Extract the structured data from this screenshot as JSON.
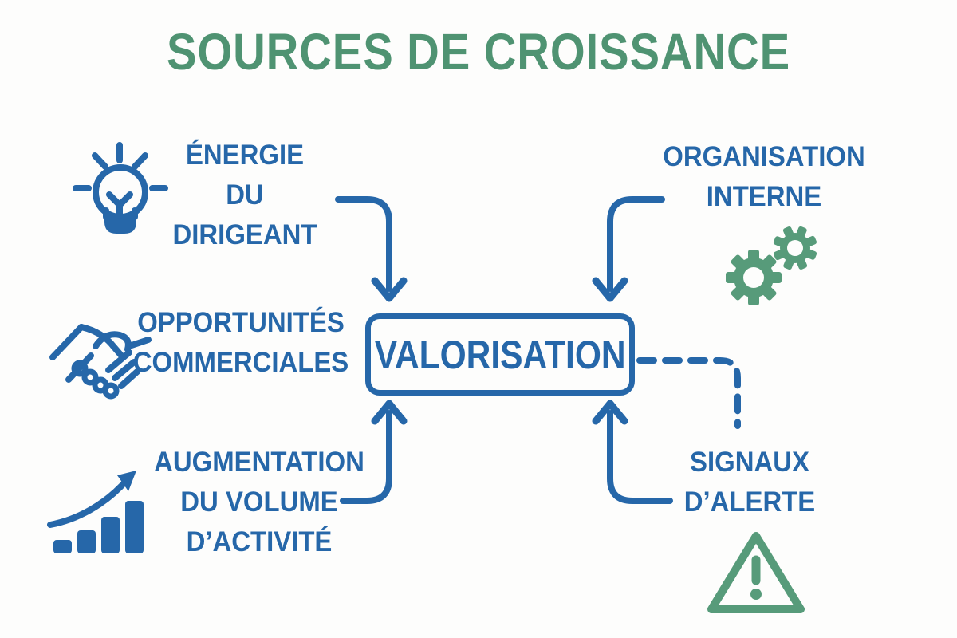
{
  "title": "SOURCES DE CROISSANCE",
  "center": {
    "label": "VALORISATION"
  },
  "nodes": {
    "energie": {
      "lines": [
        "ÉNERGIE",
        "DU",
        "DIRIGEANT"
      ],
      "icon": "lightbulb-icon"
    },
    "opportunites": {
      "lines": [
        "OPPORTUNITÉS",
        "COMMERCIALES"
      ],
      "icon": "handshake-icon"
    },
    "augmentation": {
      "lines": [
        "AUGMENTATION",
        "DU VOLUME",
        "D’ACTIVITÉ"
      ],
      "icon": "growth-bars-icon"
    },
    "organisation": {
      "lines": [
        "ORGANISATION",
        "INTERNE"
      ],
      "icon": "gears-icon"
    },
    "signaux": {
      "lines": [
        "SIGNAUX",
        "D’ALERTE"
      ],
      "icon": "warning-triangle-icon"
    }
  },
  "connections": [
    {
      "from": "energie",
      "to": "valorisation",
      "style": "solid-arrow"
    },
    {
      "from": "organisation",
      "to": "valorisation",
      "style": "solid-arrow"
    },
    {
      "from": "augmentation",
      "to": "valorisation",
      "style": "solid-arrow"
    },
    {
      "from": "signaux",
      "to": "valorisation",
      "style": "solid-arrow"
    },
    {
      "from": "valorisation",
      "to": "signaux",
      "style": "dashed-line"
    }
  ],
  "colors": {
    "blue": "#2667a9",
    "green_title": "#4f9372",
    "green_icon": "#579b7a",
    "background": "#fdfdfc"
  }
}
